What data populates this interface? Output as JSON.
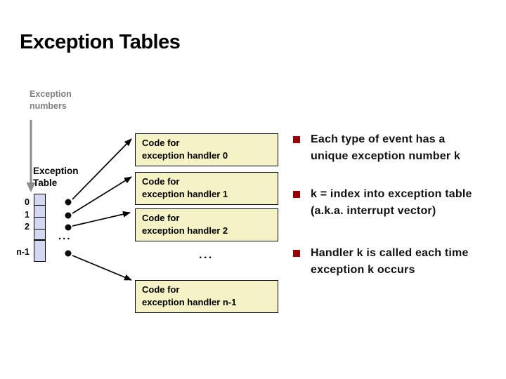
{
  "slide": {
    "title": "Exception Tables"
  },
  "diagram": {
    "exception_numbers_label": "Exception\nnumbers",
    "exception_table_label": "Exception\nTable",
    "row_labels": [
      "0",
      "1",
      "2",
      "n-1"
    ],
    "table_ellipsis": "...",
    "handlers_ellipsis": "...",
    "handler_boxes": [
      "Code for\nexception handler 0",
      "Code for\nexception handler 1",
      "Code for\nexception handler 2",
      "Code for\nexception handler n-1"
    ]
  },
  "bullets": [
    "Each type of event has a\nunique exception number k",
    "k = index into exception table\n(a.k.a. interrupt vector)",
    "Handler k is called each time\nexception k occurs"
  ],
  "colors": {
    "bullet_marker": "#990000",
    "handler_box_fill": "#F5F2C6",
    "table_cell_fill": "#D3D7EF",
    "muted_gray": "#7F7F7F"
  }
}
